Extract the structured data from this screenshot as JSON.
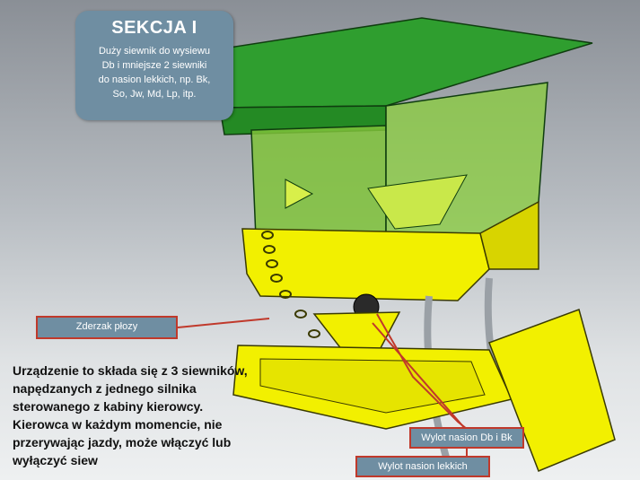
{
  "callout": {
    "title": "SEKCJA I",
    "lines": [
      "Duży siewnik do wysiewu",
      "Db i mniejsze 2 siewniki",
      "do nasion lekkich, np. Bk,",
      "So, Jw, Md, Lp, itp."
    ]
  },
  "labels": {
    "stop": "Zderzak płozy",
    "outlet_db": "Wylot nasion Db i Bk",
    "outlet_light": "Wylot nasion lekkich"
  },
  "description": [
    "Urządzenie to składa się z 3 siewników,",
    "napędzanych z jednego silnika",
    "sterowanego z kabiny kierowcy.",
    "Kierowca w każdym momencie, nie",
    "przerywając jazdy, może włączyć lub",
    "wyłączyć siew"
  ],
  "colors": {
    "machine_green": "#3aa83a",
    "machine_yellow": "#f2f000",
    "label_blue": "#6f8ea2",
    "leader_red": "#c0392b"
  }
}
